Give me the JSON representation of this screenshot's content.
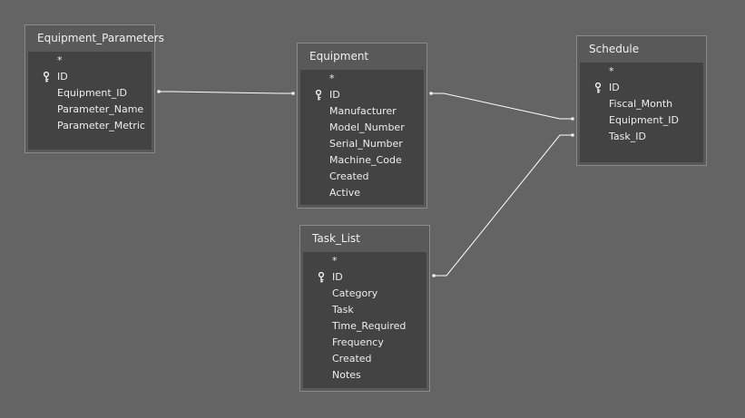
{
  "tables": [
    {
      "id": "equipment-parameters",
      "title": "Equipment_Parameters",
      "fields": [
        {
          "label": "*",
          "pk": false
        },
        {
          "label": "ID",
          "pk": true
        },
        {
          "label": "Equipment_ID",
          "pk": false
        },
        {
          "label": "Parameter_Name",
          "pk": false
        },
        {
          "label": "Parameter_Metric",
          "pk": false
        }
      ]
    },
    {
      "id": "equipment",
      "title": "Equipment",
      "fields": [
        {
          "label": "*",
          "pk": false
        },
        {
          "label": "ID",
          "pk": true
        },
        {
          "label": "Manufacturer",
          "pk": false
        },
        {
          "label": "Model_Number",
          "pk": false
        },
        {
          "label": "Serial_Number",
          "pk": false
        },
        {
          "label": "Machine_Code",
          "pk": false
        },
        {
          "label": "Created",
          "pk": false
        },
        {
          "label": "Active",
          "pk": false
        }
      ]
    },
    {
      "id": "schedule",
      "title": "Schedule",
      "fields": [
        {
          "label": "*",
          "pk": false
        },
        {
          "label": "ID",
          "pk": true
        },
        {
          "label": "Fiscal_Month",
          "pk": false
        },
        {
          "label": "Equipment_ID",
          "pk": false
        },
        {
          "label": "Task_ID",
          "pk": false
        }
      ]
    },
    {
      "id": "task-list",
      "title": "Task_List",
      "fields": [
        {
          "label": "*",
          "pk": false
        },
        {
          "label": "ID",
          "pk": true
        },
        {
          "label": "Category",
          "pk": false
        },
        {
          "label": "Task",
          "pk": false
        },
        {
          "label": "Time_Required",
          "pk": false
        },
        {
          "label": "Frequency",
          "pk": false
        },
        {
          "label": "Created",
          "pk": false
        },
        {
          "label": "Notes",
          "pk": false
        }
      ]
    }
  ],
  "relationships": [
    {
      "from_table": "equipment-parameters",
      "from_field": "Equipment_ID",
      "to_table": "equipment",
      "to_field": "ID"
    },
    {
      "from_table": "equipment",
      "from_field": "ID",
      "to_table": "schedule",
      "to_field": "Equipment_ID"
    },
    {
      "from_table": "task-list",
      "from_field": "ID",
      "to_table": "schedule",
      "to_field": "Task_ID"
    }
  ],
  "colors": {
    "canvas": "#646464",
    "box": "#595959",
    "field_list": "#434343",
    "text": "#f0f0f0",
    "line": "#ffffff"
  }
}
